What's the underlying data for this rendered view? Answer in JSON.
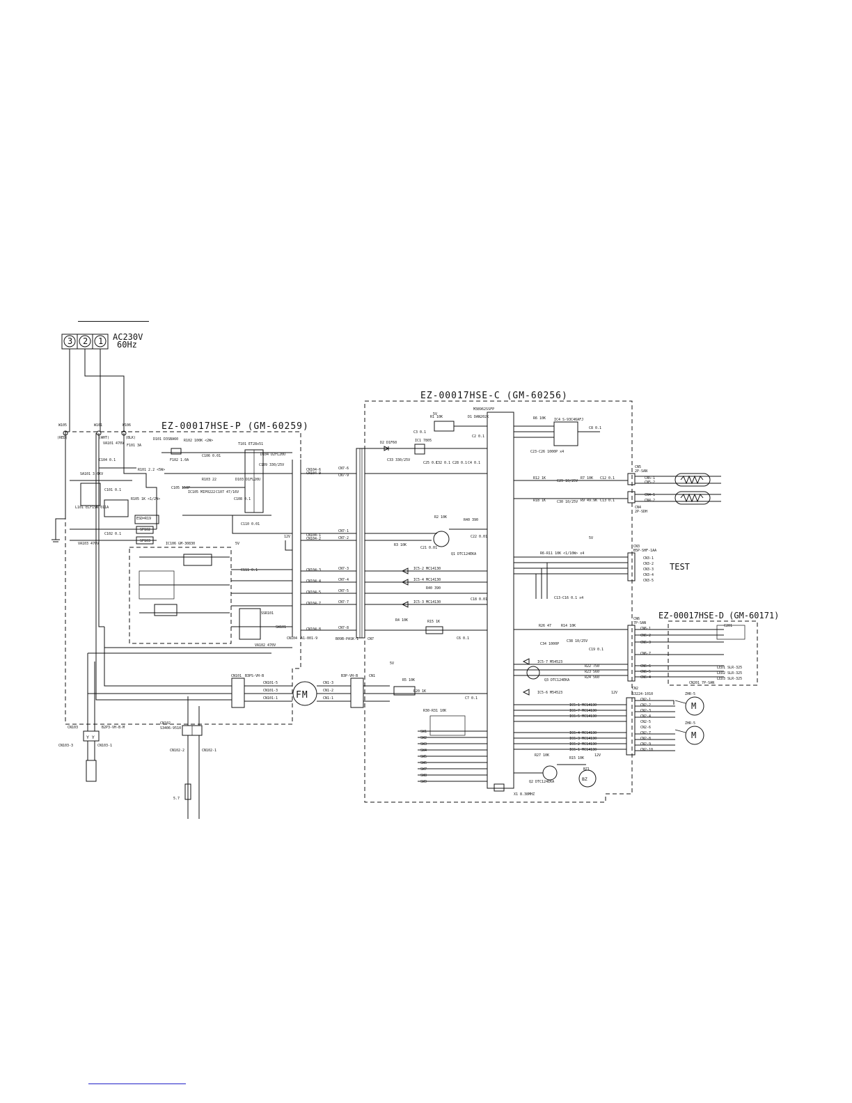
{
  "supply": {
    "terminals": [
      "3",
      "2",
      "1"
    ],
    "voltage": "AC230V",
    "frequency": "60Hz",
    "leads": [
      "W105",
      "W101",
      "W106"
    ],
    "lead_colors": [
      "(RED)",
      "(WHT)",
      "(BLK)"
    ]
  },
  "boards": {
    "power": "EZ-00017HSE-P (GM-60259)",
    "control": "EZ-00017HSE-C (GM-60256)",
    "display": "EZ-00017HSE-D (GM-60171)"
  },
  "power_parts": [
    "VA101 470V",
    "F101 3A",
    "D101 D3SBA60",
    "R101 2.2 <5W>",
    "C104 0.1",
    "SA101 3.6KV",
    "L101 ELF15N 011A",
    "C101 0.1",
    "R105 1K <1/2W>",
    "C102 0.1",
    "VA103 470V",
    "F102 1.0A",
    "R102 100K <2W>",
    "C106 0.01",
    "T101 ET28x51",
    "D104 D2FL20U",
    "C109 330/25V",
    "C105 150P",
    "R103 22",
    "D103 D1FL20U",
    "C107 47/16V",
    "C108 0.1",
    "IC105 MIP0222",
    "C110 0.01",
    "ESD=R19",
    "SP102",
    "SP103",
    "IC106 GM-30830",
    "C111 0.1",
    "SSR101",
    "VA102 470V",
    "SW101"
  ],
  "power_connectors": [
    "CN104-6",
    "CN104-9",
    "CN104-1",
    "CN104-2",
    "CN104-3",
    "CN104-4",
    "CN104-5",
    "CN104-7",
    "CN104-8"
  ],
  "ribbon": [
    "CN7-6",
    "CN7-9",
    "CN7-1",
    "CN7-2",
    "CN7-3",
    "CN7-4",
    "CN7-5",
    "CN7-7",
    "CN7-8"
  ],
  "ribbon_names": [
    "CN104",
    "A1-001-9",
    "B09B-PASK-1",
    "CN7"
  ],
  "motor": {
    "label": "FM",
    "left_connector": "CN101",
    "left_type": "B3PS-VH-B",
    "left_pins": [
      "CN101-5",
      "CN101-3",
      "CN101-1"
    ],
    "right_pins": [
      "CN1-3",
      "CN1-2",
      "CN1-1"
    ],
    "right_header": "CN1",
    "right_type": "B3P-VH-B"
  },
  "lower_connectors": {
    "cn103": "CN103",
    "cn103_type": "B2P3-VH-B-M",
    "cn103_pins": [
      "CN103-3",
      "CN103-1"
    ],
    "cn102": "CN102",
    "cn102_type": "S3406-9510",
    "cn102_pins": [
      "CN102-2",
      "CN102-1"
    ],
    "sensor": "5.7"
  },
  "control_parts": [
    "M38962SSFP",
    "IC1 7805",
    "D2 D1F60",
    "C33 330/25V",
    "R1 10K",
    "D1 DAN202K",
    "C3 0.1",
    "C2 0.1",
    "C4 0.1",
    "C25 0.1",
    "C32 0.1",
    "C28 0.1",
    "R2 10K",
    "C21 0.01",
    "C22 0.01",
    "Q1 DTC124EKA",
    "R3 10K",
    "R40 390",
    "R15 1K",
    "C18 0.01",
    "R4 10K",
    "C6 0.1",
    "R5 10K",
    "R20 1K",
    "C7 0.1",
    "R30-R31 10K",
    "Q2 DTC124EKA",
    "R27 10K",
    "X1 8.38MHZ"
  ],
  "buffers": [
    "IC5-2 MC14130",
    "IC5-4 MC14130",
    "IC5-3 MC14130",
    "IC5-7 M54523",
    "IC5-6 M54523",
    "IC5-1 MC14130",
    "IC6-7 MC14130",
    "IC6-5 MC14130",
    "IC6-4 MC14130",
    "IC6-3 MC14130",
    "IC6-2 MC14130",
    "IC6-1 MC14130"
  ],
  "thermistors": {
    "cn5": "CN5",
    "cn5_type": "2P-SAN",
    "cn5_pins": [
      "CN5-1",
      "CN5-2"
    ],
    "cn4": "CN4",
    "cn4_type": "2P-SDH",
    "cn4_pins": [
      "CN4-1",
      "CN4-2"
    ],
    "parts": [
      "R12 1K",
      "C29 10/25V",
      "R7 10K",
      "C12 0.1",
      "R18 1K",
      "C30 10/25V",
      "R9 49.9K",
      "C13 0.1"
    ]
  },
  "test": {
    "connector": "CN3",
    "type": "B5P-SHF-1AA",
    "label": "TEST",
    "pins": [
      "CN3-1",
      "CN3-2",
      "CN3-3",
      "CN3-4",
      "CN3-5"
    ],
    "parts": [
      "R6-R11 10K <1/10W> x4",
      "C13-C16 0.1 x4"
    ]
  },
  "eeprom": {
    "part": "IC4 S-93C46AFJ",
    "resistor": "R6 10K",
    "caps": "C23-C26 1000P x4",
    "c8": "C8 0.1"
  },
  "display": {
    "connector": "CN6",
    "type": "7P-SAN",
    "pins": [
      "CN6-1",
      "CN6-2",
      "CN6-3",
      "CN6-7",
      "CN6-6",
      "CN6-5",
      "CN6-4"
    ],
    "sub_connector": "CN201 7P-SAN",
    "leds": [
      "LED1 SLR-325",
      "LED2 SLR-325",
      "LED3 SLR-325"
    ],
    "parts": [
      "R26 47",
      "R14 10K",
      "C34 1000P",
      "C38 10/25V",
      "C19 0.1",
      "Q3 DTC124EKA",
      "R22 750",
      "R23 560",
      "R24 560",
      "C201"
    ]
  },
  "steppers": {
    "connector": "CN2",
    "type": "S3224-1010",
    "pins": [
      "CN2-1",
      "CN2-2",
      "CN2-3",
      "CN2-4",
      "CN2-5",
      "CN2-6",
      "CN2-7",
      "CN2-8",
      "CN2-9",
      "CN2-10"
    ],
    "motor_label": "M",
    "motor_names": [
      "ZHR-5",
      "ZHR-5"
    ]
  },
  "buzzer": {
    "label": "BZ1",
    "symbol": "BZ",
    "resistor": "R15 10K"
  },
  "switches": [
    "SW1",
    "SW2",
    "SW3",
    "SW4",
    "SW5",
    "SW6",
    "SW7",
    "SW8",
    "SW9"
  ],
  "rails": {
    "v12": "12V",
    "v5": "5V"
  }
}
